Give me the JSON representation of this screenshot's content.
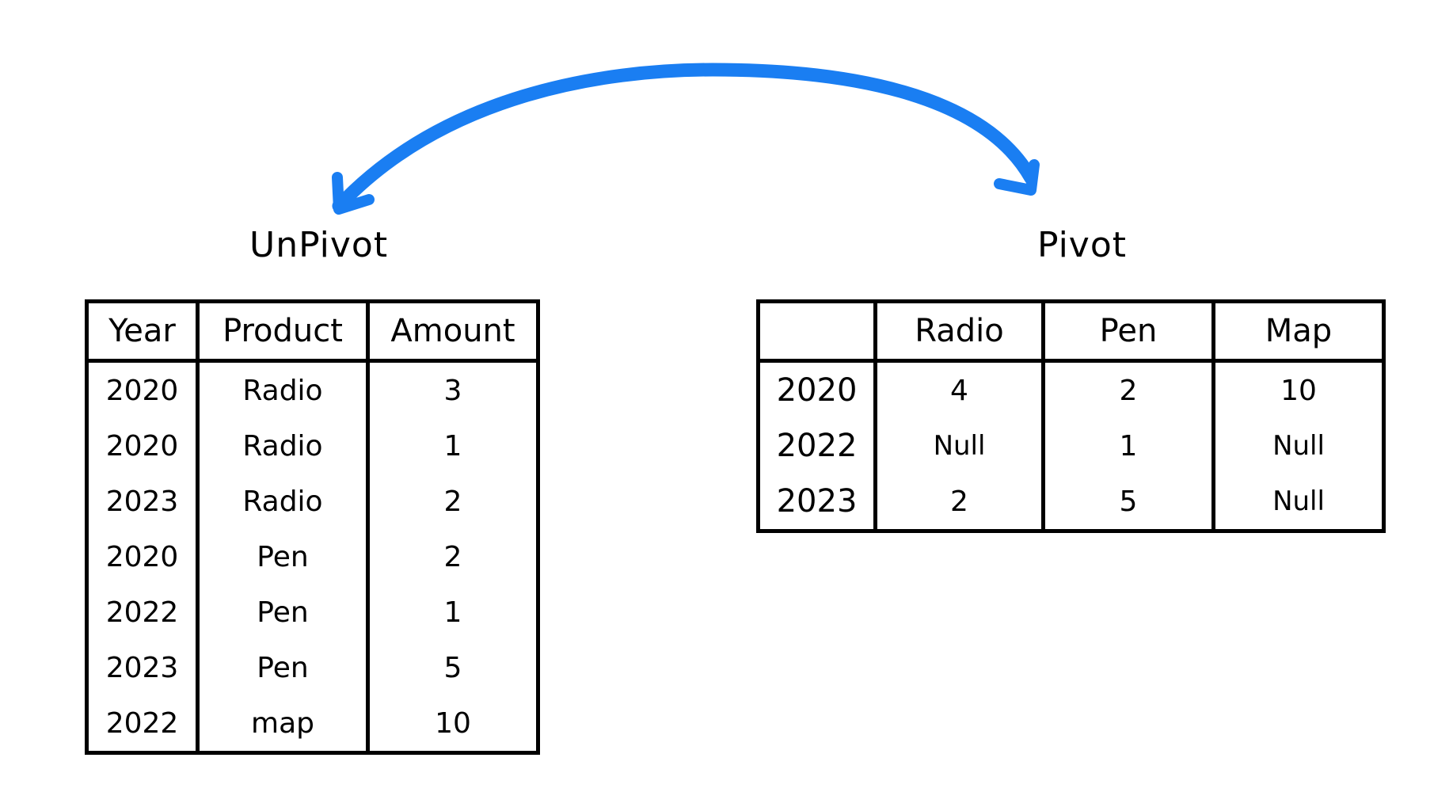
{
  "colors": {
    "arrow": "#1a7ef2",
    "line": "#000000",
    "background": "#ffffff"
  },
  "arrow": {
    "icon": "double-headed-curved-arrow-icon"
  },
  "unpivot": {
    "caption": "UnPivot",
    "headers": [
      "Year",
      "Product",
      "Amount"
    ],
    "rows": [
      [
        "2020",
        "Radio",
        "3"
      ],
      [
        "2020",
        "Radio",
        "1"
      ],
      [
        "2023",
        "Radio",
        "2"
      ],
      [
        "2020",
        "Pen",
        "2"
      ],
      [
        "2022",
        "Pen",
        "1"
      ],
      [
        "2023",
        "Pen",
        "5"
      ],
      [
        "2022",
        "map",
        "10"
      ]
    ]
  },
  "pivot": {
    "caption": "Pivot",
    "headers": [
      "",
      "Radio",
      "Pen",
      "Map"
    ],
    "rows": [
      [
        "2020",
        "4",
        "2",
        "10"
      ],
      [
        "2022",
        "Null",
        "1",
        "Null"
      ],
      [
        "2023",
        "2",
        "5",
        "Null"
      ]
    ]
  }
}
